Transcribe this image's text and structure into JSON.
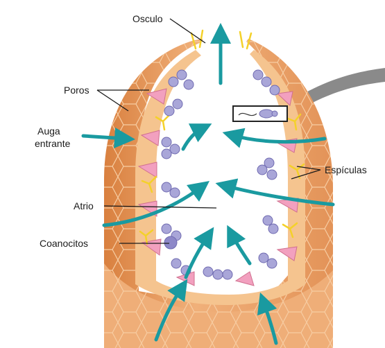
{
  "labels": {
    "osculo": "Osculo",
    "poros": "Poros",
    "auga_line1": "Auga",
    "auga_line2": "entrante",
    "espiculas": "Espículas",
    "atrio": "Atrio",
    "coanocitos": "Coanocitos"
  },
  "colors": {
    "water_arrow": "#1a9aa0",
    "body_outer": "#e79a5c",
    "body_inner": "#f3c08f",
    "atrium": "#ffffff",
    "choanocyte": "#a9a6d8",
    "pore_cell": "#f2a0bf",
    "spicule": "#f4d12a",
    "highlight_box": "#222222",
    "zoom_pointer": "#8a8a8a"
  }
}
